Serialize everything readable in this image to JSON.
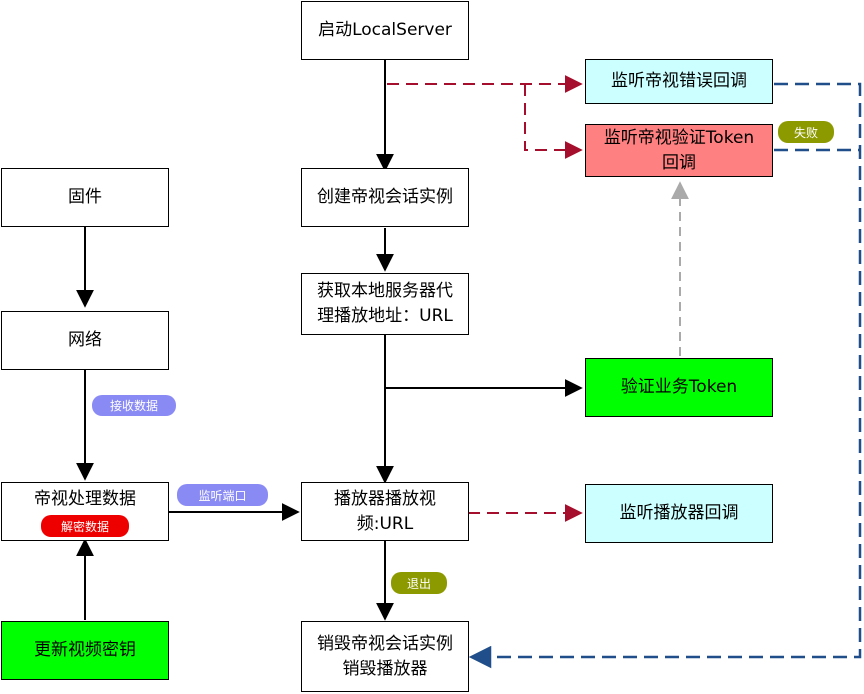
{
  "nodes": {
    "start": "启动LocalServer",
    "create_session": "创建帝视会话实例",
    "get_proxy_1": "获取本地服务器代",
    "get_proxy_2": "理播放地址：URL",
    "play_1": "播放器播放视",
    "play_2": "频:URL",
    "destroy_1": "销毁帝视会话实例",
    "destroy_2": "销毁播放器",
    "firmware": "固件",
    "network": "网络",
    "process": "帝视处理数据",
    "update_key": "更新视频密钥",
    "listen_error": "监听帝视错误回调",
    "listen_token_1": "监听帝视验证Token",
    "listen_token_2": "回调",
    "verify_token": "验证业务Token",
    "listen_player": "监听播放器回调"
  },
  "labels": {
    "receive": "接收数据",
    "decrypt": "解密数据",
    "listen_port": "监听端口",
    "exit": "退出",
    "fail": "失败"
  },
  "colors": {
    "cyan": "#ccffff",
    "red": "#ff8080",
    "green": "#00ff00",
    "dashed_red": "#a50e2d",
    "dashed_blue": "#1f4e8a",
    "dashed_gray": "#aaaaaa",
    "label_purple": "#8a8af5",
    "label_olive": "#8c9a00",
    "label_red": "#ee0000"
  }
}
